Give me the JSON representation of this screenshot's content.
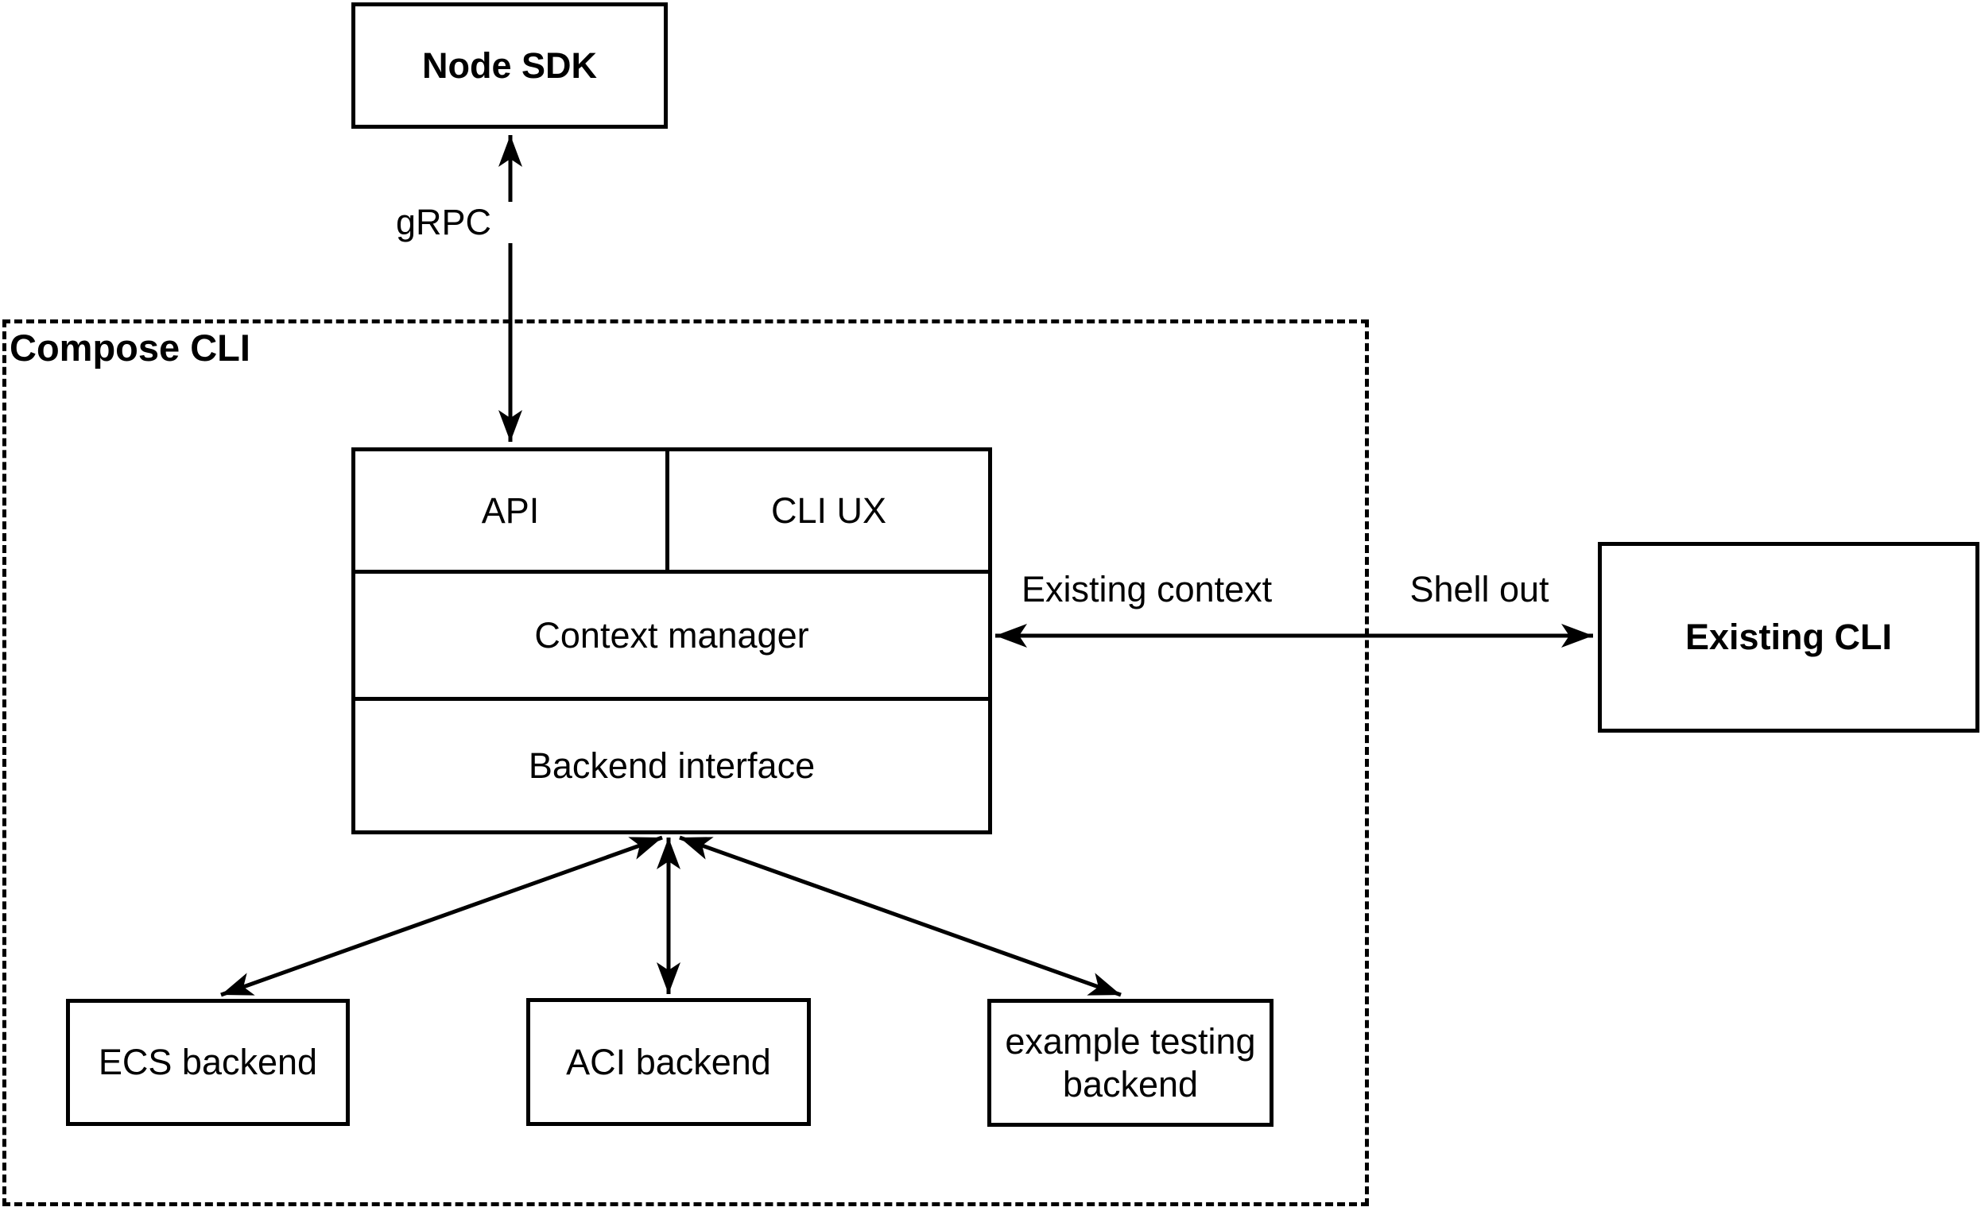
{
  "diagram": {
    "title_area": {
      "container_label": "Compose CLI"
    },
    "nodes": {
      "node_sdk": {
        "label": "Node SDK"
      },
      "api": {
        "label": "API"
      },
      "cli_ux": {
        "label": "CLI UX"
      },
      "context_manager": {
        "label": "Context manager"
      },
      "backend_interface": {
        "label": "Backend interface"
      },
      "existing_cli": {
        "label": "Existing CLI"
      },
      "ecs_backend": {
        "label": "ECS backend"
      },
      "aci_backend": {
        "label": "ACI backend"
      },
      "example_testing_backend": {
        "label": "example testing backend"
      }
    },
    "edges": {
      "grpc": {
        "label": "gRPC",
        "type": "double-arrow"
      },
      "existing_context": {
        "label": "Existing context",
        "type": "double-arrow"
      },
      "shell_out": {
        "label": "Shell out",
        "type": "double-arrow"
      },
      "backend_to_ecs": {
        "label": "",
        "type": "double-arrow"
      },
      "backend_to_aci": {
        "label": "",
        "type": "double-arrow"
      },
      "backend_to_example": {
        "label": "",
        "type": "double-arrow"
      }
    },
    "colors": {
      "stroke": "#000000",
      "background": "#ffffff",
      "text": "#000000"
    }
  }
}
